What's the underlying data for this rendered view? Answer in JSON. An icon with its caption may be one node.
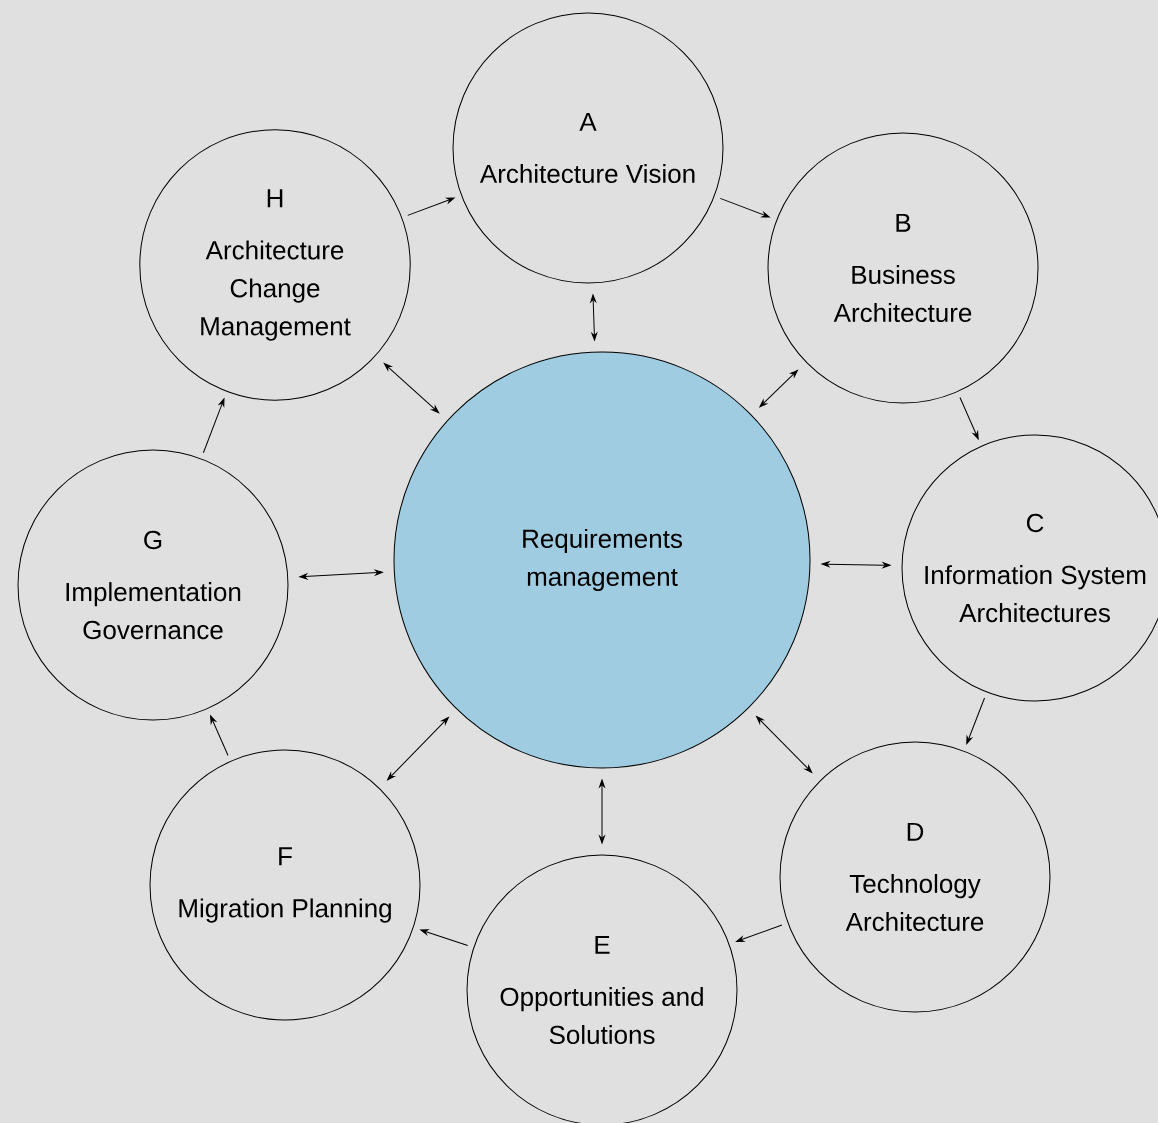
{
  "diagram": {
    "nodes": [
      {
        "text": [
          "A",
          "Architecture Vision"
        ]
      },
      {
        "text": [
          "B",
          "Business Architecture"
        ]
      },
      {
        "text": [
          "C",
          "Information System Architectures"
        ]
      },
      {
        "text": [
          "D",
          "Technology Architecture"
        ]
      },
      {
        "text": [
          "E",
          "Opportunities and Solutions"
        ]
      },
      {
        "text": [
          "F",
          "Migration Planning"
        ]
      },
      {
        "text": [
          "G",
          "Implementation Governance"
        ]
      },
      {
        "text": [
          "H",
          "Architecture Change Management"
        ]
      },
      {
        "text": [
          "Requirements management"
        ]
      }
    ],
    "edges": [
      {
        "from": 0,
        "to": 1,
        "arrow": "to"
      },
      {
        "from": 1,
        "to": 2,
        "arrow": "to"
      },
      {
        "from": 2,
        "to": 3,
        "arrow": "to"
      },
      {
        "from": 3,
        "to": 4,
        "arrow": "to"
      },
      {
        "from": 4,
        "to": 5,
        "arrow": "to"
      },
      {
        "from": 5,
        "to": 6,
        "arrow": "to"
      },
      {
        "from": 6,
        "to": 7,
        "arrow": "to"
      },
      {
        "from": 7,
        "to": 0,
        "arrow": "to"
      },
      {
        "from": 8,
        "to": 0,
        "arrow": "both"
      },
      {
        "from": 8,
        "to": 1,
        "arrow": "both"
      },
      {
        "from": 8,
        "to": 2,
        "arrow": "both"
      },
      {
        "from": 8,
        "to": 3,
        "arrow": "both"
      },
      {
        "from": 8,
        "to": 4,
        "arrow": "both"
      },
      {
        "from": 8,
        "to": 5,
        "arrow": "both"
      },
      {
        "from": 8,
        "to": 6,
        "arrow": "both"
      },
      {
        "from": 8,
        "to": 7,
        "arrow": "both"
      }
    ]
  }
}
